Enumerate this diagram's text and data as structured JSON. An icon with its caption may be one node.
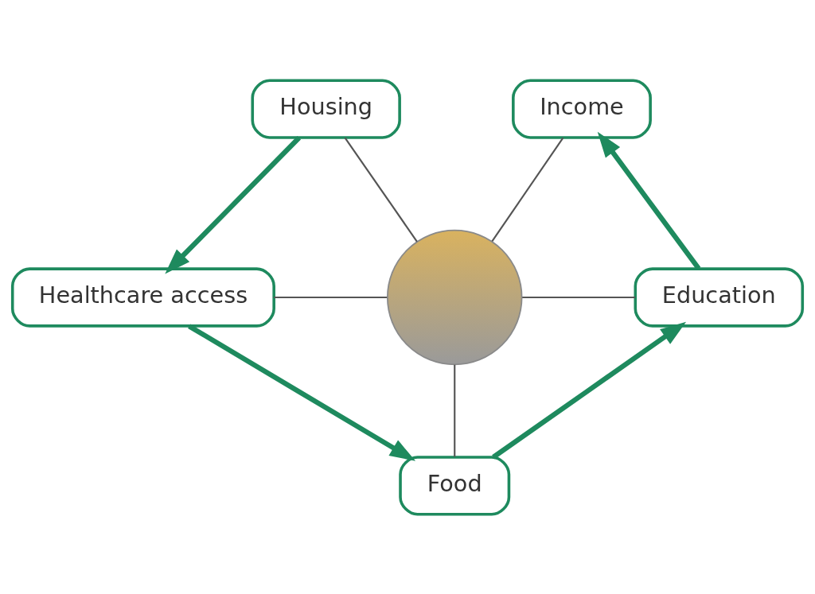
{
  "diagram": {
    "nodes": [
      {
        "text": [
          "Housing"
        ]
      },
      {
        "text": [
          "Income"
        ]
      },
      {
        "text": [],
        "shape": "person"
      },
      {
        "text": [
          "Healthcare access"
        ]
      },
      {
        "text": [
          "Education"
        ]
      },
      {
        "text": [
          "Food"
        ]
      }
    ],
    "edges": [
      {
        "from": 0,
        "to": 2,
        "arrow": "none"
      },
      {
        "from": 1,
        "to": 2,
        "arrow": "none"
      },
      {
        "from": 3,
        "to": 2,
        "arrow": "none"
      },
      {
        "from": 2,
        "to": 4,
        "arrow": "none"
      },
      {
        "from": 2,
        "to": 5,
        "arrow": "none"
      },
      {
        "from": 0,
        "to": 3,
        "arrow": "to",
        "style": "thick",
        "color": "#1e8a5e"
      },
      {
        "from": 3,
        "to": 5,
        "arrow": "to",
        "style": "thick",
        "color": "#1e8a5e"
      },
      {
        "from": 5,
        "to": 4,
        "arrow": "to",
        "style": "thick",
        "color": "#1e8a5e"
      },
      {
        "from": 4,
        "to": 1,
        "arrow": "to",
        "style": "thick",
        "color": "#1e8a5e"
      }
    ]
  }
}
